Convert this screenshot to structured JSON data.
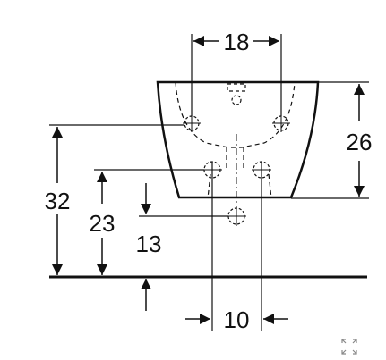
{
  "drawing": {
    "dimensions": {
      "top_width": "18",
      "bowl_height": "26",
      "total_height": "32",
      "mid_height": "23",
      "low_height": "13",
      "bottom_width": "10"
    }
  },
  "controls": {
    "expand_icon": "expand-icon"
  }
}
